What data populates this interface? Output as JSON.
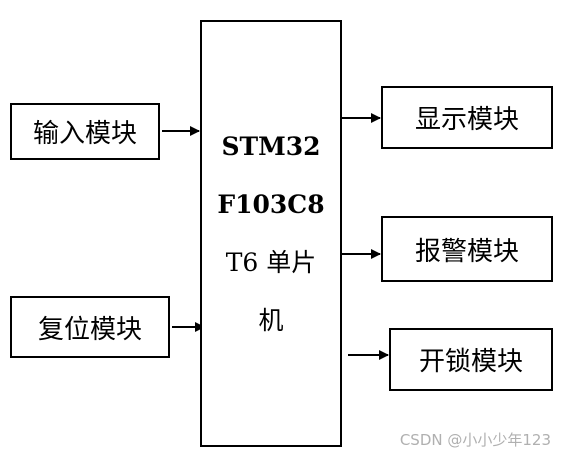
{
  "diagram": {
    "mcu_lines": [
      "STM32",
      "F103C8",
      "T6 单片",
      "机"
    ],
    "modules": {
      "input": "输入模块",
      "reset": "复位模块",
      "display": "显示模块",
      "alarm": "报警模块",
      "unlock": "开锁模块"
    }
  },
  "watermark": "CSDN @小小少年123",
  "colors": {
    "line": "#000000",
    "watermark": "#b0b0b0"
  }
}
